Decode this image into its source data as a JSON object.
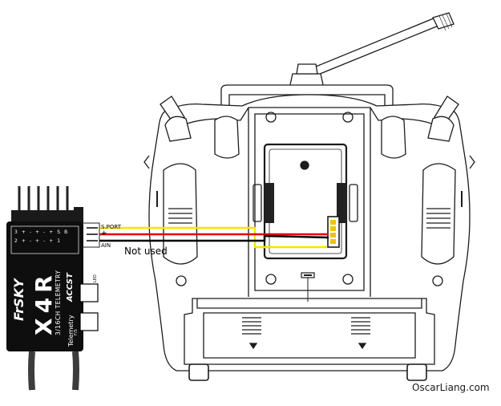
{
  "receiver": {
    "pins": [
      "S.PORT",
      "+",
      "AIN"
    ],
    "header_top_row": [
      "3",
      "+",
      "-",
      "+",
      "-",
      "+",
      "SB"
    ],
    "header_bottom_row": [
      "2",
      "+",
      "-",
      "+",
      "-",
      "+",
      "1"
    ],
    "brand": "FrSKY",
    "model": "X4R",
    "subtitle": "3/16CH TELEMETRY",
    "protocol": "ACCST",
    "led_label": "LED",
    "fs_label": "F/S",
    "telemetry_badge": "Telemetry"
  },
  "annotation": "Not used",
  "credit": "OscarLiang.com",
  "wires": {
    "signal_color": "#f5e600",
    "power_color": "#e00000",
    "ground_color": "#000000"
  }
}
